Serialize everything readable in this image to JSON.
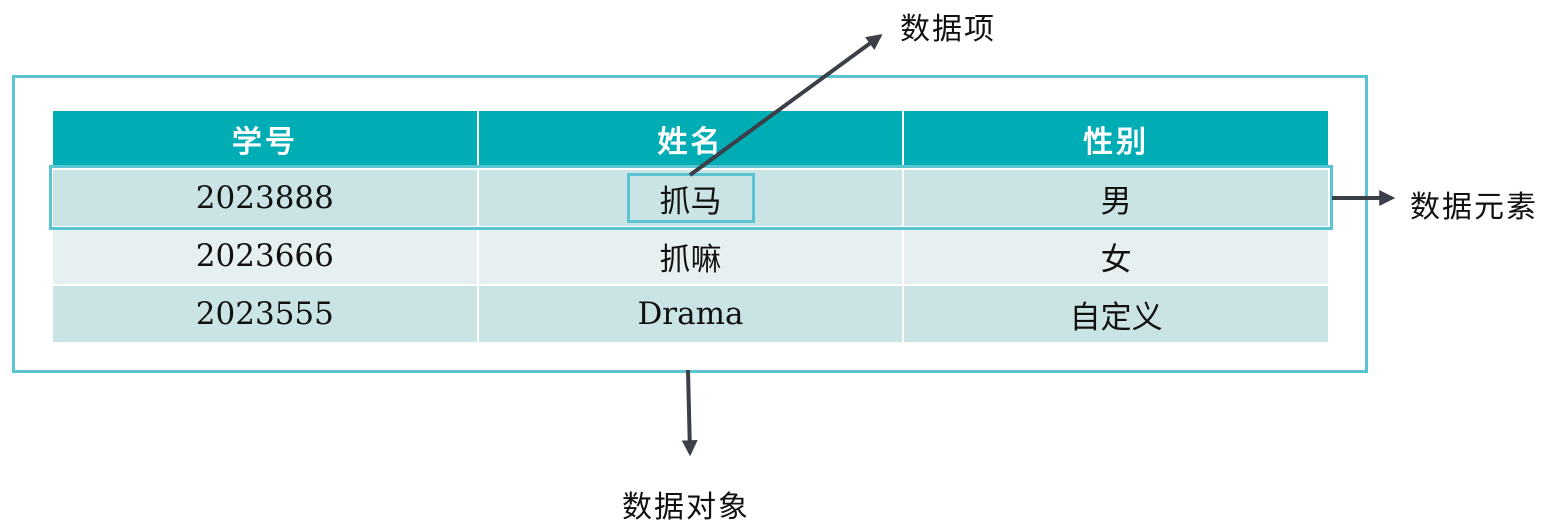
{
  "table": {
    "headers": [
      "学号",
      "姓名",
      "性别"
    ],
    "rows": [
      [
        "2023888",
        "抓马",
        "男"
      ],
      [
        "2023666",
        "抓嘛",
        "女"
      ],
      [
        "2023555",
        "Drama",
        "自定义"
      ]
    ]
  },
  "labels": {
    "data_item": "数据项",
    "data_element": "数据元素",
    "data_object": "数据对象"
  },
  "colors": {
    "header_bg": "#00ADB5",
    "highlight_border": "#5BC4D1",
    "row_odd_bg": "#CAE3E5",
    "row_even_bg": "#E6F0F1",
    "arrow": "#3A3F48"
  }
}
